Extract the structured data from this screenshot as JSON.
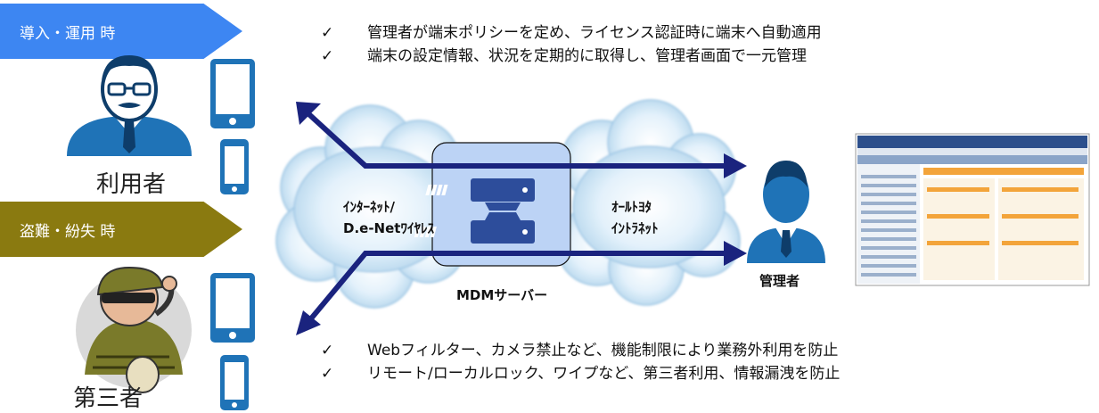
{
  "banners": {
    "deploy": "導入・運用 時",
    "theft": "盗難・紛失 時"
  },
  "labels": {
    "user": "利用者",
    "third_party": "第三者",
    "admin": "管理者",
    "server": "MDMサーバー"
  },
  "clouds": {
    "left_line1": "ｲﾝﾀｰﾈｯﾄ/",
    "left_line2": "D.e-Netﾜｲﾔﾚｽ",
    "right_line1": "ｵｰﾙﾄﾖﾀ",
    "right_line2": "ｲﾝﾄﾗﾈｯﾄ"
  },
  "bullets_top": [
    "管理者が端末ポリシーを定め、ライセンス認証時に端末へ自動適用",
    "端末の設定情報、状況を定期的に取得し、管理者画面で一元管理"
  ],
  "bullets_bottom": [
    "Webフィルター、カメラ禁止など、機能制限により業務外利用を防止",
    "リモート/ローカルロック、ワイプなど、第三者利用、情報漏洩を防止"
  ],
  "check_glyph": "✓",
  "colors": {
    "banner_blue": "#3d86f2",
    "banner_olive": "#8a7a10",
    "arrow_navy": "#1a237e",
    "device_blue": "#1f73b7",
    "cloud_fill": "#cfe6f7",
    "server_box": "#bcd3f5",
    "server_icon": "#2d4d9b"
  }
}
